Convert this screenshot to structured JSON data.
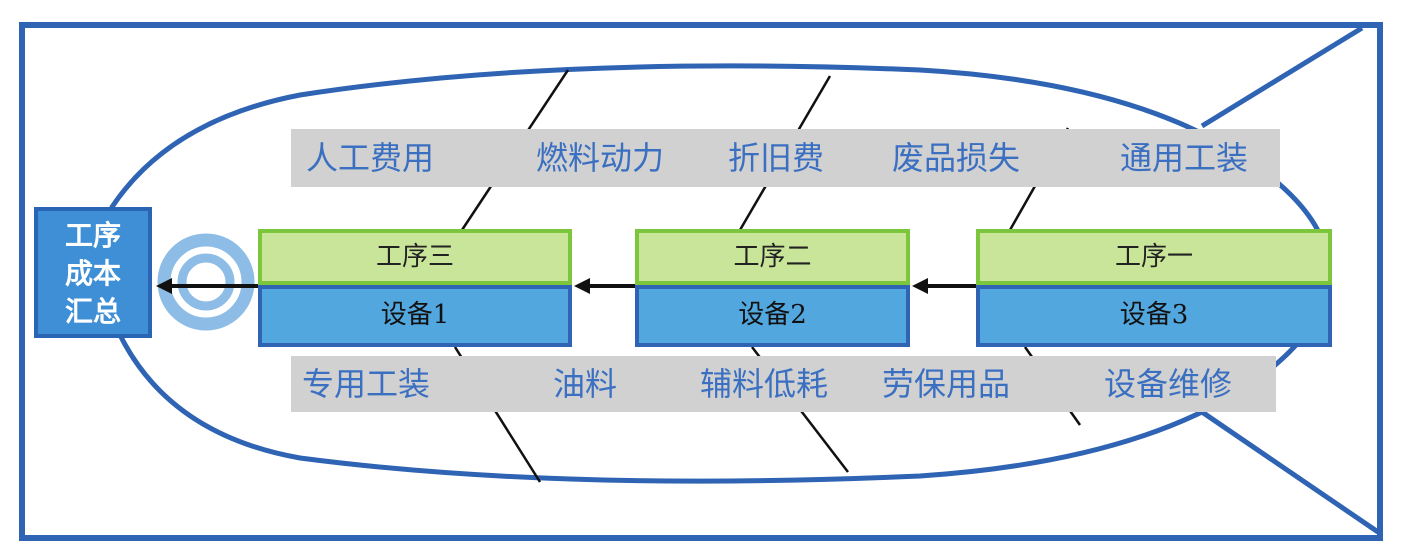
{
  "head": {
    "line1": "工序",
    "line2": "成本",
    "line3": "汇总"
  },
  "processes": [
    {
      "name": "工序三",
      "equipment": "设备1"
    },
    {
      "name": "工序二",
      "equipment": "设备2"
    },
    {
      "name": "工序一",
      "equipment": "设备3"
    }
  ],
  "top_categories": [
    "人工费用",
    "燃料动力",
    "折旧费",
    "废品损失",
    "通用工装"
  ],
  "bottom_categories": [
    "专用工装",
    "油料",
    "辅料低耗",
    "劳保用品",
    "设备维修"
  ],
  "colors": {
    "outline": "#2f63b3",
    "category_text": "#3a6fc1",
    "band": "#d1d1d1",
    "process_fill": "#c9e59a",
    "process_border": "#7cc63d",
    "equipment_fill": "#52a7df",
    "head_fill": "#3f8fd6",
    "eye": "#8dbde6"
  }
}
